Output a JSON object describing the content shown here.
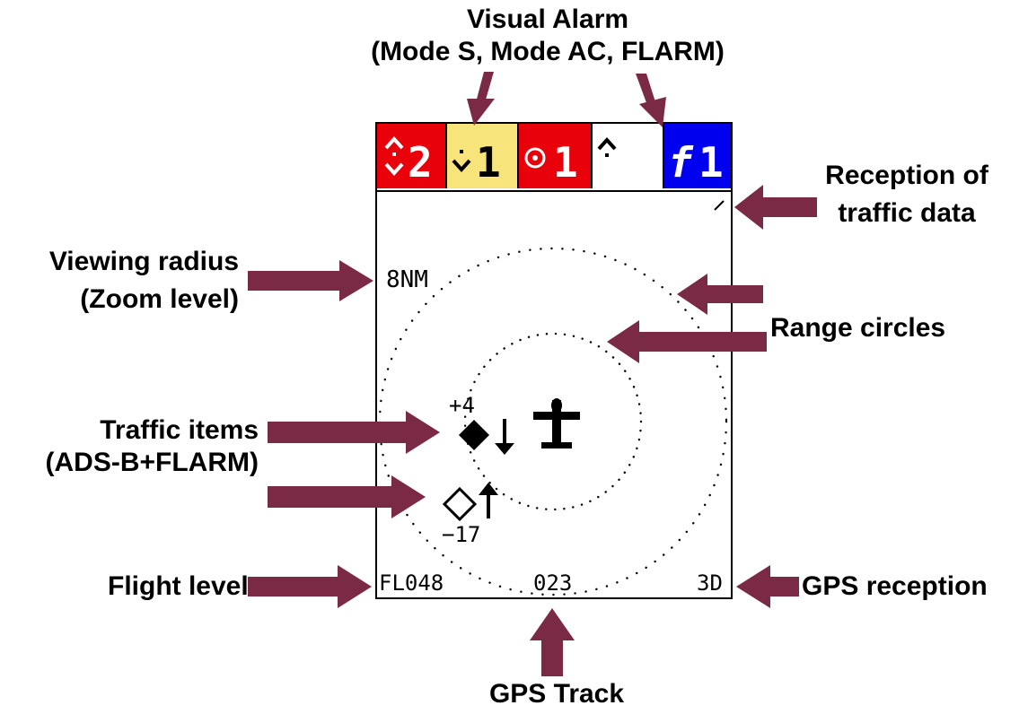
{
  "callouts": {
    "visual_alarm_line1": "Visual Alarm",
    "visual_alarm_line2": "(Mode S, Mode AC, FLARM)",
    "reception_line1": "Reception of",
    "reception_line2": "traffic data",
    "viewing_radius_line1": "Viewing radius",
    "viewing_radius_line2": "(Zoom level)",
    "range_circles": "Range circles",
    "traffic_items_line1": "Traffic items",
    "traffic_items_line2": "(ADS-B+FLARM)",
    "flight_level": "Flight level",
    "gps_reception": "GPS reception",
    "gps_track": "GPS Track"
  },
  "alarm_bar": [
    {
      "count": "2",
      "symbol": "up-down-chevrons",
      "background": "#e8000a",
      "color": "#ffffff"
    },
    {
      "count": "1",
      "symbol": "down-chevron-dot",
      "background": "#f7e47a",
      "color": "#000000"
    },
    {
      "count": "1",
      "symbol": "target-circle",
      "background": "#e8000a",
      "color": "#ffffff"
    },
    {
      "count": "",
      "symbol": "up-chevron-dot",
      "background": "#ffffff",
      "color": "#000000"
    },
    {
      "count": "1",
      "symbol": "flarm-f",
      "background": "#0000ee",
      "color": "#ffffff",
      "letter": "f"
    }
  ],
  "screen": {
    "zoom": "8NM",
    "flight_level": "FL048",
    "track": "023",
    "gps_status": "3D",
    "traffic": [
      {
        "altitude_label": "+4",
        "icon": "filled-diamond",
        "trend": "down-arrow"
      },
      {
        "altitude_label": "−17",
        "icon": "hollow-diamond",
        "trend": "up-arrow"
      }
    ]
  },
  "colors": {
    "arrow": "#7b2a45",
    "text": "#000000"
  }
}
